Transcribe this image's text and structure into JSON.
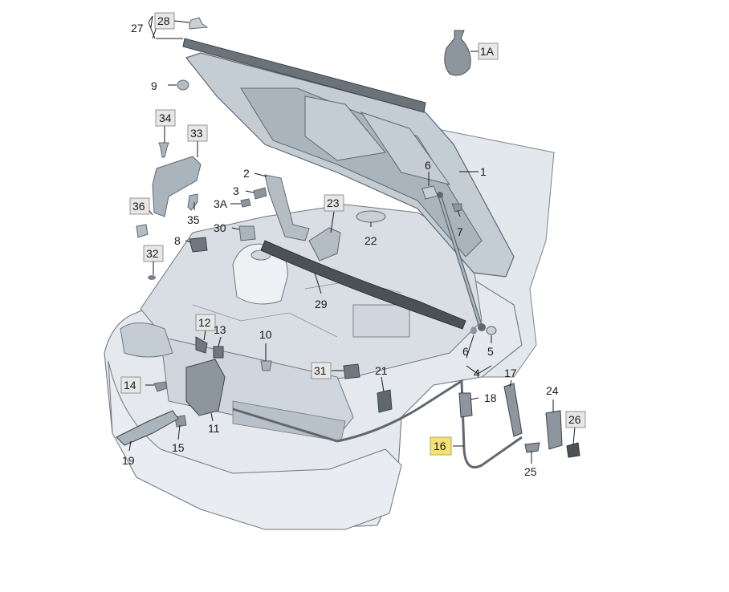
{
  "diagram": {
    "colors": {
      "body": "#e1e6eb",
      "body_shadow": "#c9d0d7",
      "body_dark": "#a9b2bb",
      "outline": "#6f7780",
      "part": "#aab4bd",
      "part_dark": "#5f6870",
      "seal": "#4a5157",
      "highlight_box": "#f3e27a"
    },
    "callouts": {
      "c1": "1",
      "c1A": "1A",
      "c2": "2",
      "c3": "3",
      "c3A": "3A",
      "c4": "4",
      "c5": "5",
      "c6a": "6",
      "c6b": "6",
      "c7": "7",
      "c8": "8",
      "c9": "9",
      "c10": "10",
      "c11": "11",
      "c12": "12",
      "c13": "13",
      "c14": "14",
      "c15": "15",
      "c16": "16",
      "c17": "17",
      "c18": "18",
      "c19": "19",
      "c21": "21",
      "c22": "22",
      "c23": "23",
      "c24": "24",
      "c25": "25",
      "c26": "26",
      "c27": "27",
      "c28": "28",
      "c29": "29",
      "c30": "30",
      "c31": "31",
      "c32": "32",
      "c33": "33",
      "c34": "34",
      "c35": "35",
      "c36": "36"
    }
  }
}
